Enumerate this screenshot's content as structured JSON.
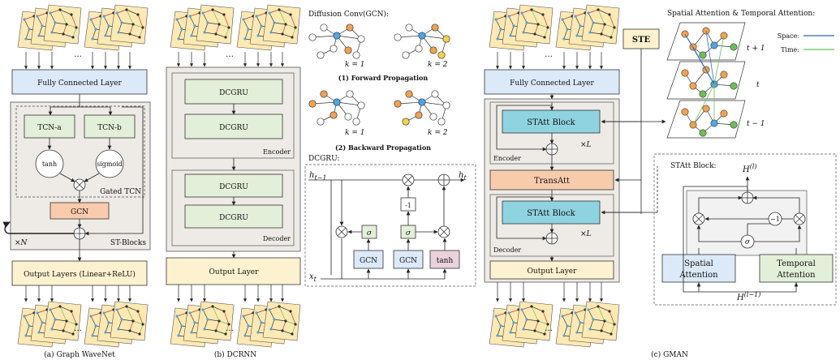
{
  "colors": {
    "blue_box": "#dce9f8",
    "green_box": "#e2efd9",
    "orange_box": "#f8cbad",
    "cream_box": "#fdf2d0",
    "gray_panel": "#eeebe6",
    "teal_box": "#8fd3e0",
    "tanh_box": "#ead1dc",
    "yellow_box": "#fdf3c8",
    "graph_paper": "#fde9b3",
    "node_blue": "#4da6e8",
    "node_orange": "#f4a14e",
    "node_yellow": "#f2d24a",
    "node_green": "#6cbf56",
    "edge_blue": "#2b6cb0",
    "edge_green": "#6cbf56",
    "edge_red": "#c0392b"
  },
  "wavenet": {
    "fc_layer": "Fully Connected Layer",
    "tcn_a": "TCN-a",
    "tcn_b": "TCN-b",
    "tanh": "tanh",
    "sigmoid": "sigmoid",
    "gated_tcn": "Gated TCN",
    "gcn": "GCN",
    "n_label": "×N",
    "st_blocks": "ST-Blocks",
    "output_layers": "Output Layers (Linear+ReLU)",
    "caption": "(a) Graph WaveNet",
    "ellipsis_top": "…",
    "ellipsis_bottom": "…"
  },
  "dcrnn": {
    "dcgru_labels": [
      "DCGRU",
      "DCGRU",
      "DCGRU",
      "DCGRU"
    ],
    "encoder": "Encoder",
    "decoder": "Decoder",
    "output_layer": "Output Layer",
    "caption": "(b) DCRNN",
    "ellipsis_top": "…",
    "ellipsis_bottom": "…",
    "diffusion_title": "Diffusion Conv(GCN):",
    "k1": "k = 1",
    "k2": "k = 2",
    "forward": "(1) Forward Propagation",
    "backward": "(2) Backward Propagation",
    "dcgru_title": "DCGRU:",
    "h_prev": "h",
    "h_prev_sub": "t−1",
    "h_t": "h",
    "h_t_sub": "t",
    "x_t": "x",
    "x_t_sub": "t",
    "sigma": "σ",
    "minus_one": "-1",
    "gcn": "GCN",
    "tanh": "tanh"
  },
  "gman": {
    "ste": "STE",
    "fc_layer": "Fully Connected Layer",
    "statt_block": "STAtt Block",
    "encoder": "Encoder",
    "decoder": "Decoder",
    "times_l": "×L",
    "transatt": "TransAtt",
    "output_layer": "Output Layer",
    "caption": "(c) GMAN",
    "ellipsis_top": "…",
    "ellipsis_bottom": "…",
    "attn_title": "Spatial Attention & Temporal Attention:",
    "space": "Space:",
    "time": "Time:",
    "t_plus": "t + 1",
    "t": "t",
    "t_minus": "t − 1",
    "statt_title": "STAtt Block:",
    "h_l": "H",
    "h_l_sup": "(l)",
    "h_l1": "H",
    "h_l1_sup": "(l−1)",
    "minus_one": "−1",
    "sigma": "σ",
    "spatial_1": "Spatial",
    "spatial_2": "Attention",
    "temporal_1": "Temporal",
    "temporal_2": "Attention"
  }
}
